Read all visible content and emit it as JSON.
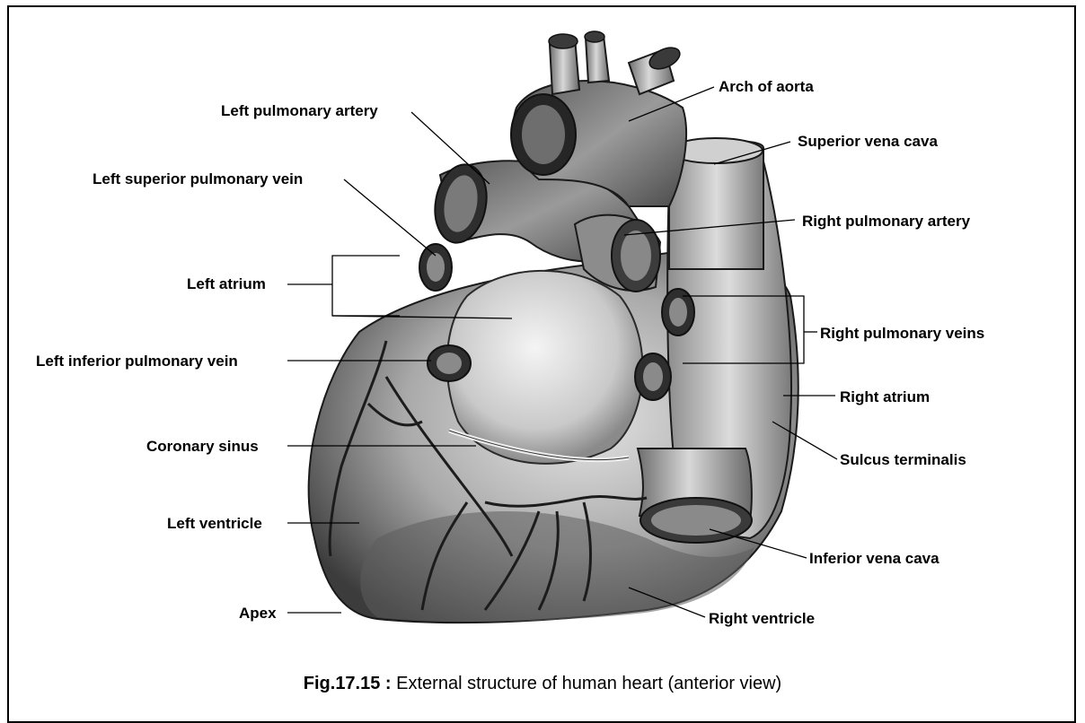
{
  "figure": {
    "number": "Fig.17.15 :",
    "caption": "External structure of human heart (anterior view)"
  },
  "labels": {
    "arch_of_aorta": "Arch of aorta",
    "left_pulmonary_artery": "Left pulmonary artery",
    "superior_vena_cava": "Superior vena cava",
    "left_superior_pulmonary_vein": "Left superior pulmonary vein",
    "right_pulmonary_artery": "Right pulmonary artery",
    "left_atrium": "Left atrium",
    "right_pulmonary_veins": "Right pulmonary veins",
    "left_inferior_pulmonary_vein": "Left inferior pulmonary vein",
    "right_atrium": "Right atrium",
    "coronary_sinus": "Coronary sinus",
    "sulcus_terminalis": "Sulcus terminalis",
    "left_ventricle": "Left ventricle",
    "inferior_vena_cava": "Inferior vena cava",
    "apex": "Apex",
    "right_ventricle": "Right ventricle"
  }
}
